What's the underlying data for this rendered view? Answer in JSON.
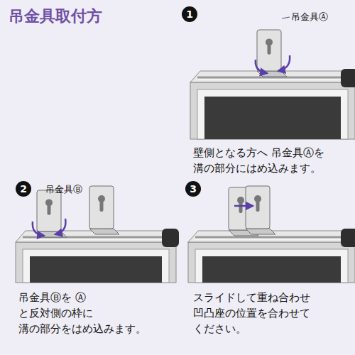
{
  "diagram": {
    "title": "吊金具取付方",
    "nodes": [
      {
        "text": [
          "1"
        ]
      },
      {
        "text": [
          "2"
        ]
      },
      {
        "text": [
          "3"
        ]
      }
    ],
    "labels": [
      "吊金具Ⓐ",
      "壁側となる方へ 吊金具Ⓐを 溝の部分にはめ込みます。",
      "吊金具Ⓑ",
      "吊金具Ⓑを Ⓐと反対側の枠に 溝の部分をはめ込みます。",
      "スライドして重ね合わせ 凹凸座の位置を合わせて ください。"
    ]
  }
}
